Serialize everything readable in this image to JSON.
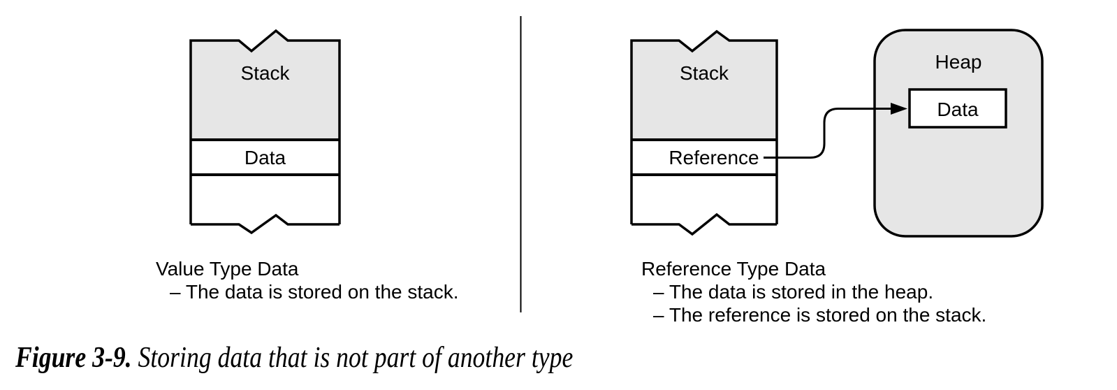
{
  "figure": {
    "label": "Figure 3-9.",
    "caption": "Storing data that is not part of another type"
  },
  "left_diagram": {
    "stack_label": "Stack",
    "cell_label": "Data",
    "caption_title": "Value Type Data",
    "caption_bullets": [
      "– The data is stored on the stack."
    ]
  },
  "right_diagram": {
    "stack_label": "Stack",
    "cell_label": "Reference",
    "heap_label": "Heap",
    "heap_cell_label": "Data",
    "caption_title": "Reference Type Data",
    "caption_bullets": [
      "– The data is stored in the heap.",
      "– The reference is stored on the stack."
    ]
  },
  "colors": {
    "fill_gray": "#e6e6e6",
    "stroke": "#000000",
    "text": "#000000",
    "background": "#ffffff"
  }
}
